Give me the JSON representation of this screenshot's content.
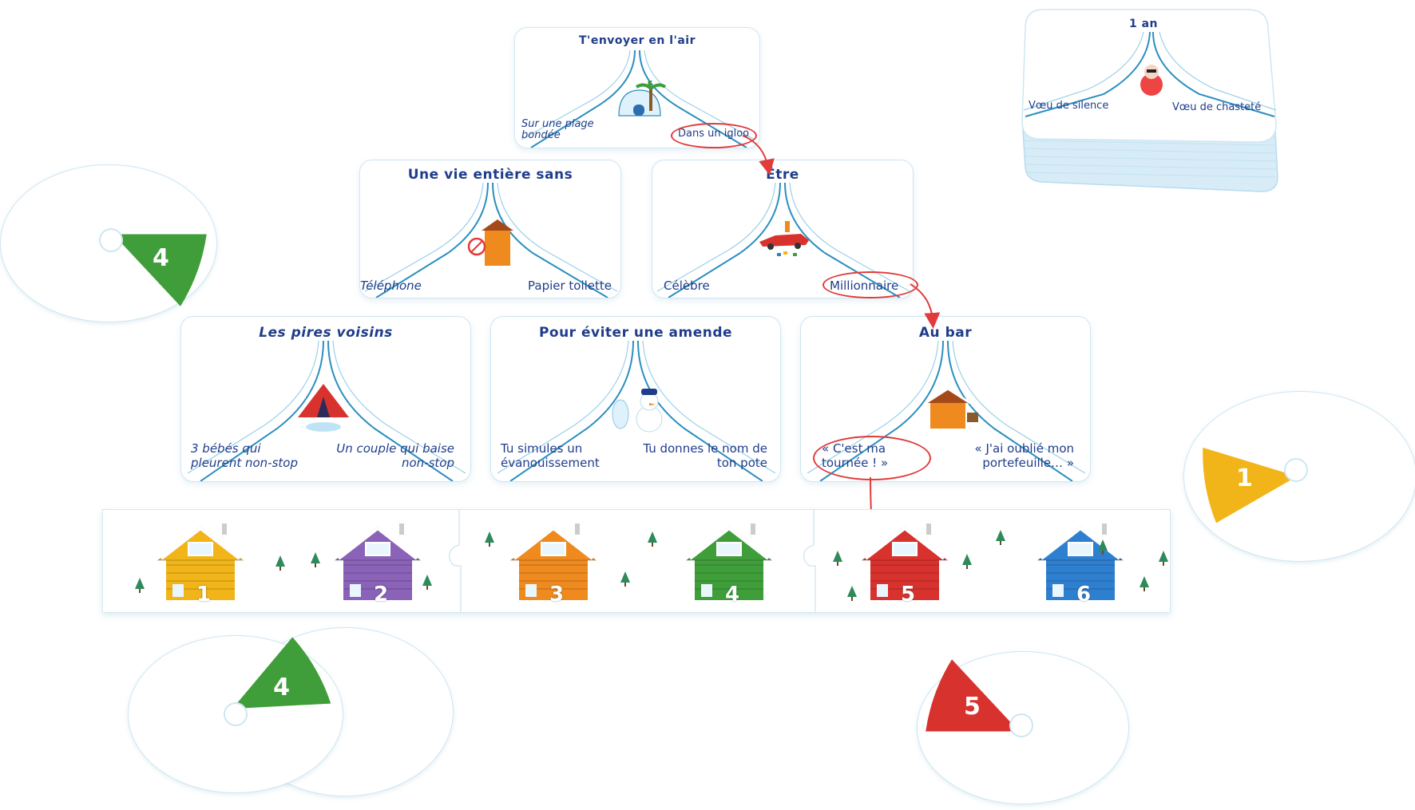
{
  "deck": {
    "title": "1 an",
    "left": "Vœu de silence",
    "right": "Vœu de chasteté"
  },
  "cards": {
    "c1": {
      "title": "T'envoyer en l'air",
      "left": "Sur une plage bondée",
      "right": "Dans un igloo"
    },
    "c2": {
      "title": "Une vie entière sans",
      "left": "Téléphone",
      "right": "Papier toilette"
    },
    "c3": {
      "title": "Être",
      "left": "Célèbre",
      "right": "Millionnaire"
    },
    "c4": {
      "title": "Les pires voisins",
      "left": "3 bébés qui pleurent non-stop",
      "right": "Un couple qui baise non-stop"
    },
    "c5": {
      "title": "Pour éviter une amende",
      "left": "Tu simules un évanouissement",
      "right": "Tu donnes le nom de ton pote"
    },
    "c6": {
      "title": "Au bar",
      "left": "« C'est ma tournée ! »",
      "right": "« J'ai oublié mon portefeuille… »"
    }
  },
  "cabins": [
    {
      "number": "1",
      "color": "#f2b519"
    },
    {
      "number": "2",
      "color": "#8a62b8"
    },
    {
      "number": "3",
      "color": "#ef8a1f"
    },
    {
      "number": "4",
      "color": "#3f9e3a"
    },
    {
      "number": "5",
      "color": "#d8322e"
    },
    {
      "number": "6",
      "color": "#2f7fd0"
    }
  ],
  "discs": [
    {
      "number": "4",
      "color": "#3f9e3a"
    },
    {
      "number": "1",
      "color": "#f2b519"
    },
    {
      "number": "4",
      "color": "#3f9e3a"
    },
    {
      "number": "5",
      "color": "#d8322e"
    }
  ]
}
